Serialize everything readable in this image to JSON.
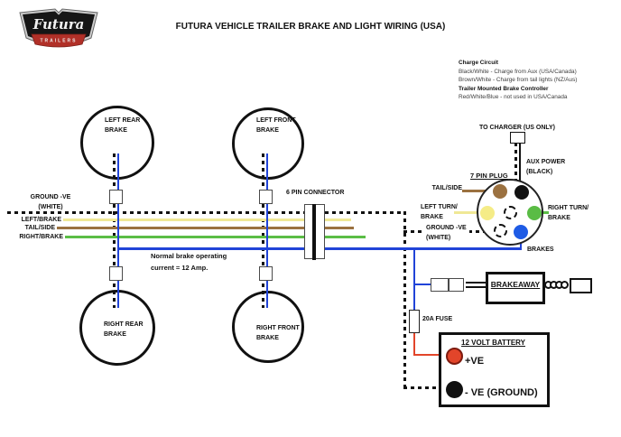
{
  "colors": {
    "wire_ground": "#111111",
    "wire_yellow": "#f0e896",
    "wire_brown": "#9b7140",
    "wire_green": "#5bbd45",
    "wire_blue": "#2144d8",
    "wire_red": "#e2452a",
    "pin_brown": "#9b7140",
    "pin_yellow": "#f5ec87",
    "pin_green": "#5abc45",
    "pin_blue": "#1e5be5",
    "pin_black": "#111111",
    "battery_positive": "#e2452a",
    "battery_negative": "#111111",
    "logo_red": "#b13028",
    "logo_black": "#161616"
  },
  "logo": {
    "name": "Futura",
    "tagline": "TRAILERS"
  },
  "title": "FUTURA VEHICLE TRAILER BRAKE AND LIGHT WIRING (USA)",
  "charge_notes": {
    "heading1": "Charge Circuit",
    "line1": "Black/White - Charge from Aux (USA/Canada)",
    "line2": "Brown/White - Charge from tail lights (NZ/Aus)",
    "heading2": "Trailer Mounted Brake Controller",
    "line3": "Red/White/Blue - not used in USA/Canada"
  },
  "wheels": {
    "left_rear": {
      "l1": "LEFT REAR",
      "l2": "BRAKE"
    },
    "left_front": {
      "l1": "LEFT FRONT",
      "l2": "BRAKE"
    },
    "right_rear": {
      "l1": "RIGHT REAR",
      "l2": "BRAKE"
    },
    "right_front": {
      "l1": "RIGHT FRONT",
      "l2": "BRAKE"
    }
  },
  "bus_labels": {
    "ground_l1": "GROUND -VE",
    "ground_l2": "(WHITE)",
    "left_brake": "LEFT/BRAKE",
    "tail_side": "TAIL/SIDE",
    "right_brake": "RIGHT/BRAKE"
  },
  "six_pin_connector_label": "6 PIN CONNECTOR",
  "brake_current_note": {
    "l1": "Normal brake operating",
    "l2": "current = 12 Amp."
  },
  "plug": {
    "title": "7 PIN PLUG",
    "charger": "TO CHARGER (US ONLY)",
    "aux_l1": "AUX POWER",
    "aux_l2": "(BLACK)",
    "tail_side": "TAIL/SIDE",
    "left_turn_l1": "LEFT TURN/",
    "left_turn_l2": "BRAKE",
    "ground_l1": "GROUND -VE",
    "ground_l2": "(WHITE)",
    "right_turn_l1": "RIGHT TURN/",
    "right_turn_l2": "BRAKE",
    "brakes": "BRAKES"
  },
  "breakaway_label": "BRAKEAWAY",
  "fuse_label": "20A FUSE",
  "battery": {
    "title": "12 VOLT BATTERY",
    "positive": "+VE",
    "negative": "- VE (GROUND)"
  }
}
